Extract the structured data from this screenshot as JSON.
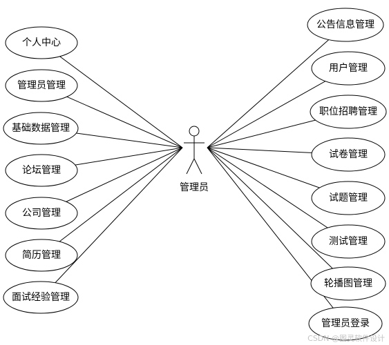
{
  "actor": {
    "label": "管理员"
  },
  "left_use_cases": [
    "个人中心",
    "管理员管理",
    "基础数据管理",
    "论坛管理",
    "公司管理",
    "简历管理",
    "面试经验管理"
  ],
  "right_use_cases": [
    "公告信息管理",
    "用户管理",
    "职位招聘管理",
    "试卷管理",
    "试题管理",
    "测试管理",
    "轮播图管理",
    "管理员登录"
  ],
  "watermark": "CSDN @图灵软件设计",
  "colors": {
    "stroke": "#000000",
    "fill": "#ffffff",
    "watermark": "#c4c4c4"
  }
}
